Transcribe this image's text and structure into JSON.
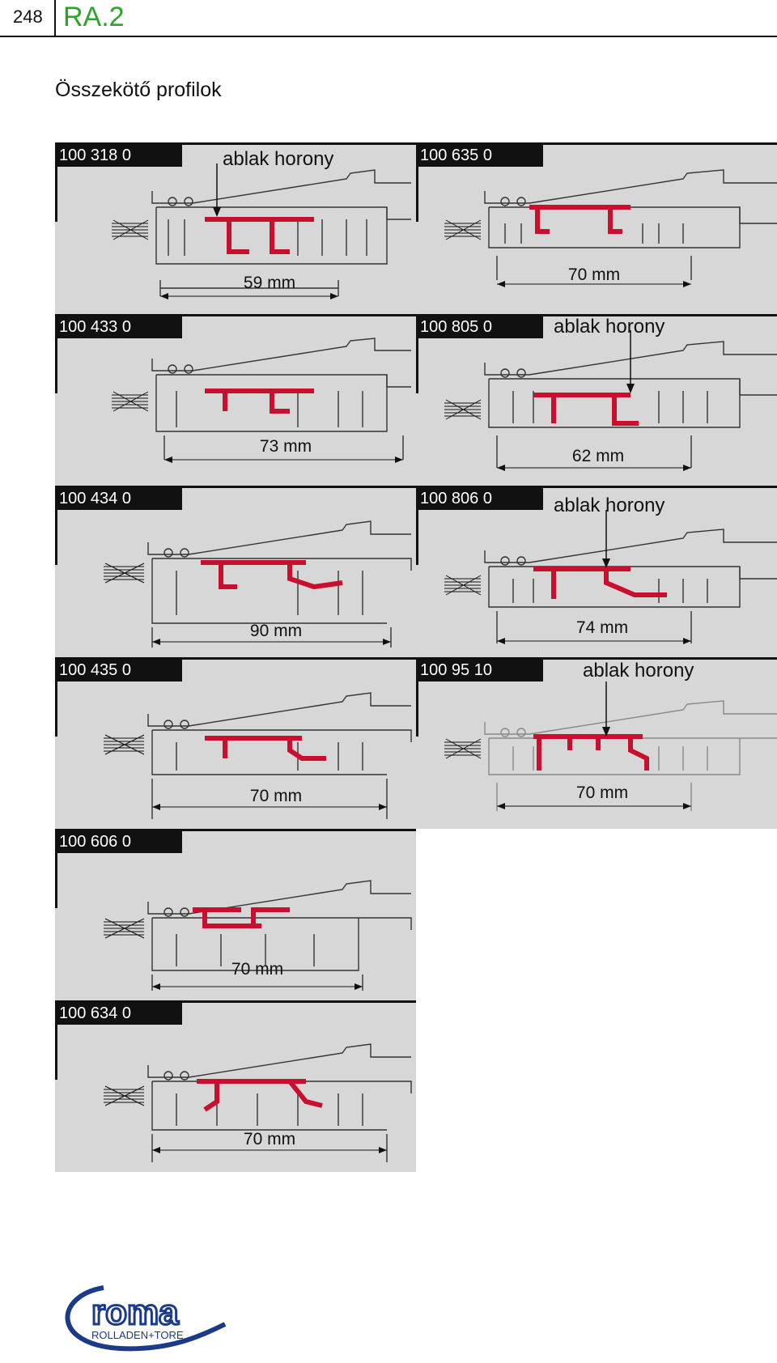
{
  "header": {
    "page_number": "248",
    "section_code": "RA.2",
    "section_color": "#2aa52a"
  },
  "page_title": "Összekötő profilok",
  "colors": {
    "profile_red": "#c8102e",
    "panel_grey": "#d7d7d7"
  },
  "profiles": [
    {
      "code": "100 318 0",
      "dimension": "59 mm",
      "callout": "ablak horony"
    },
    {
      "code": "100 635 0",
      "dimension": "70 mm",
      "callout": ""
    },
    {
      "code": "100 433 0",
      "dimension": "73 mm",
      "callout": ""
    },
    {
      "code": "100 805 0",
      "dimension": "62 mm",
      "callout": "ablak horony"
    },
    {
      "code": "100 434 0",
      "dimension": "90 mm",
      "callout": ""
    },
    {
      "code": "100 806 0",
      "dimension": "74 mm",
      "callout": "ablak horony"
    },
    {
      "code": "100 435 0",
      "dimension": "70 mm",
      "callout": ""
    },
    {
      "code": "100 95 10",
      "dimension": "70 mm",
      "callout": "ablak horony"
    },
    {
      "code": "100 606 0",
      "dimension": "70 mm",
      "callout": ""
    },
    {
      "code": "100 634 0",
      "dimension": "70 mm",
      "callout": ""
    }
  ],
  "logo": {
    "brand": "roma",
    "tagline": "ROLLADEN+TORE"
  }
}
